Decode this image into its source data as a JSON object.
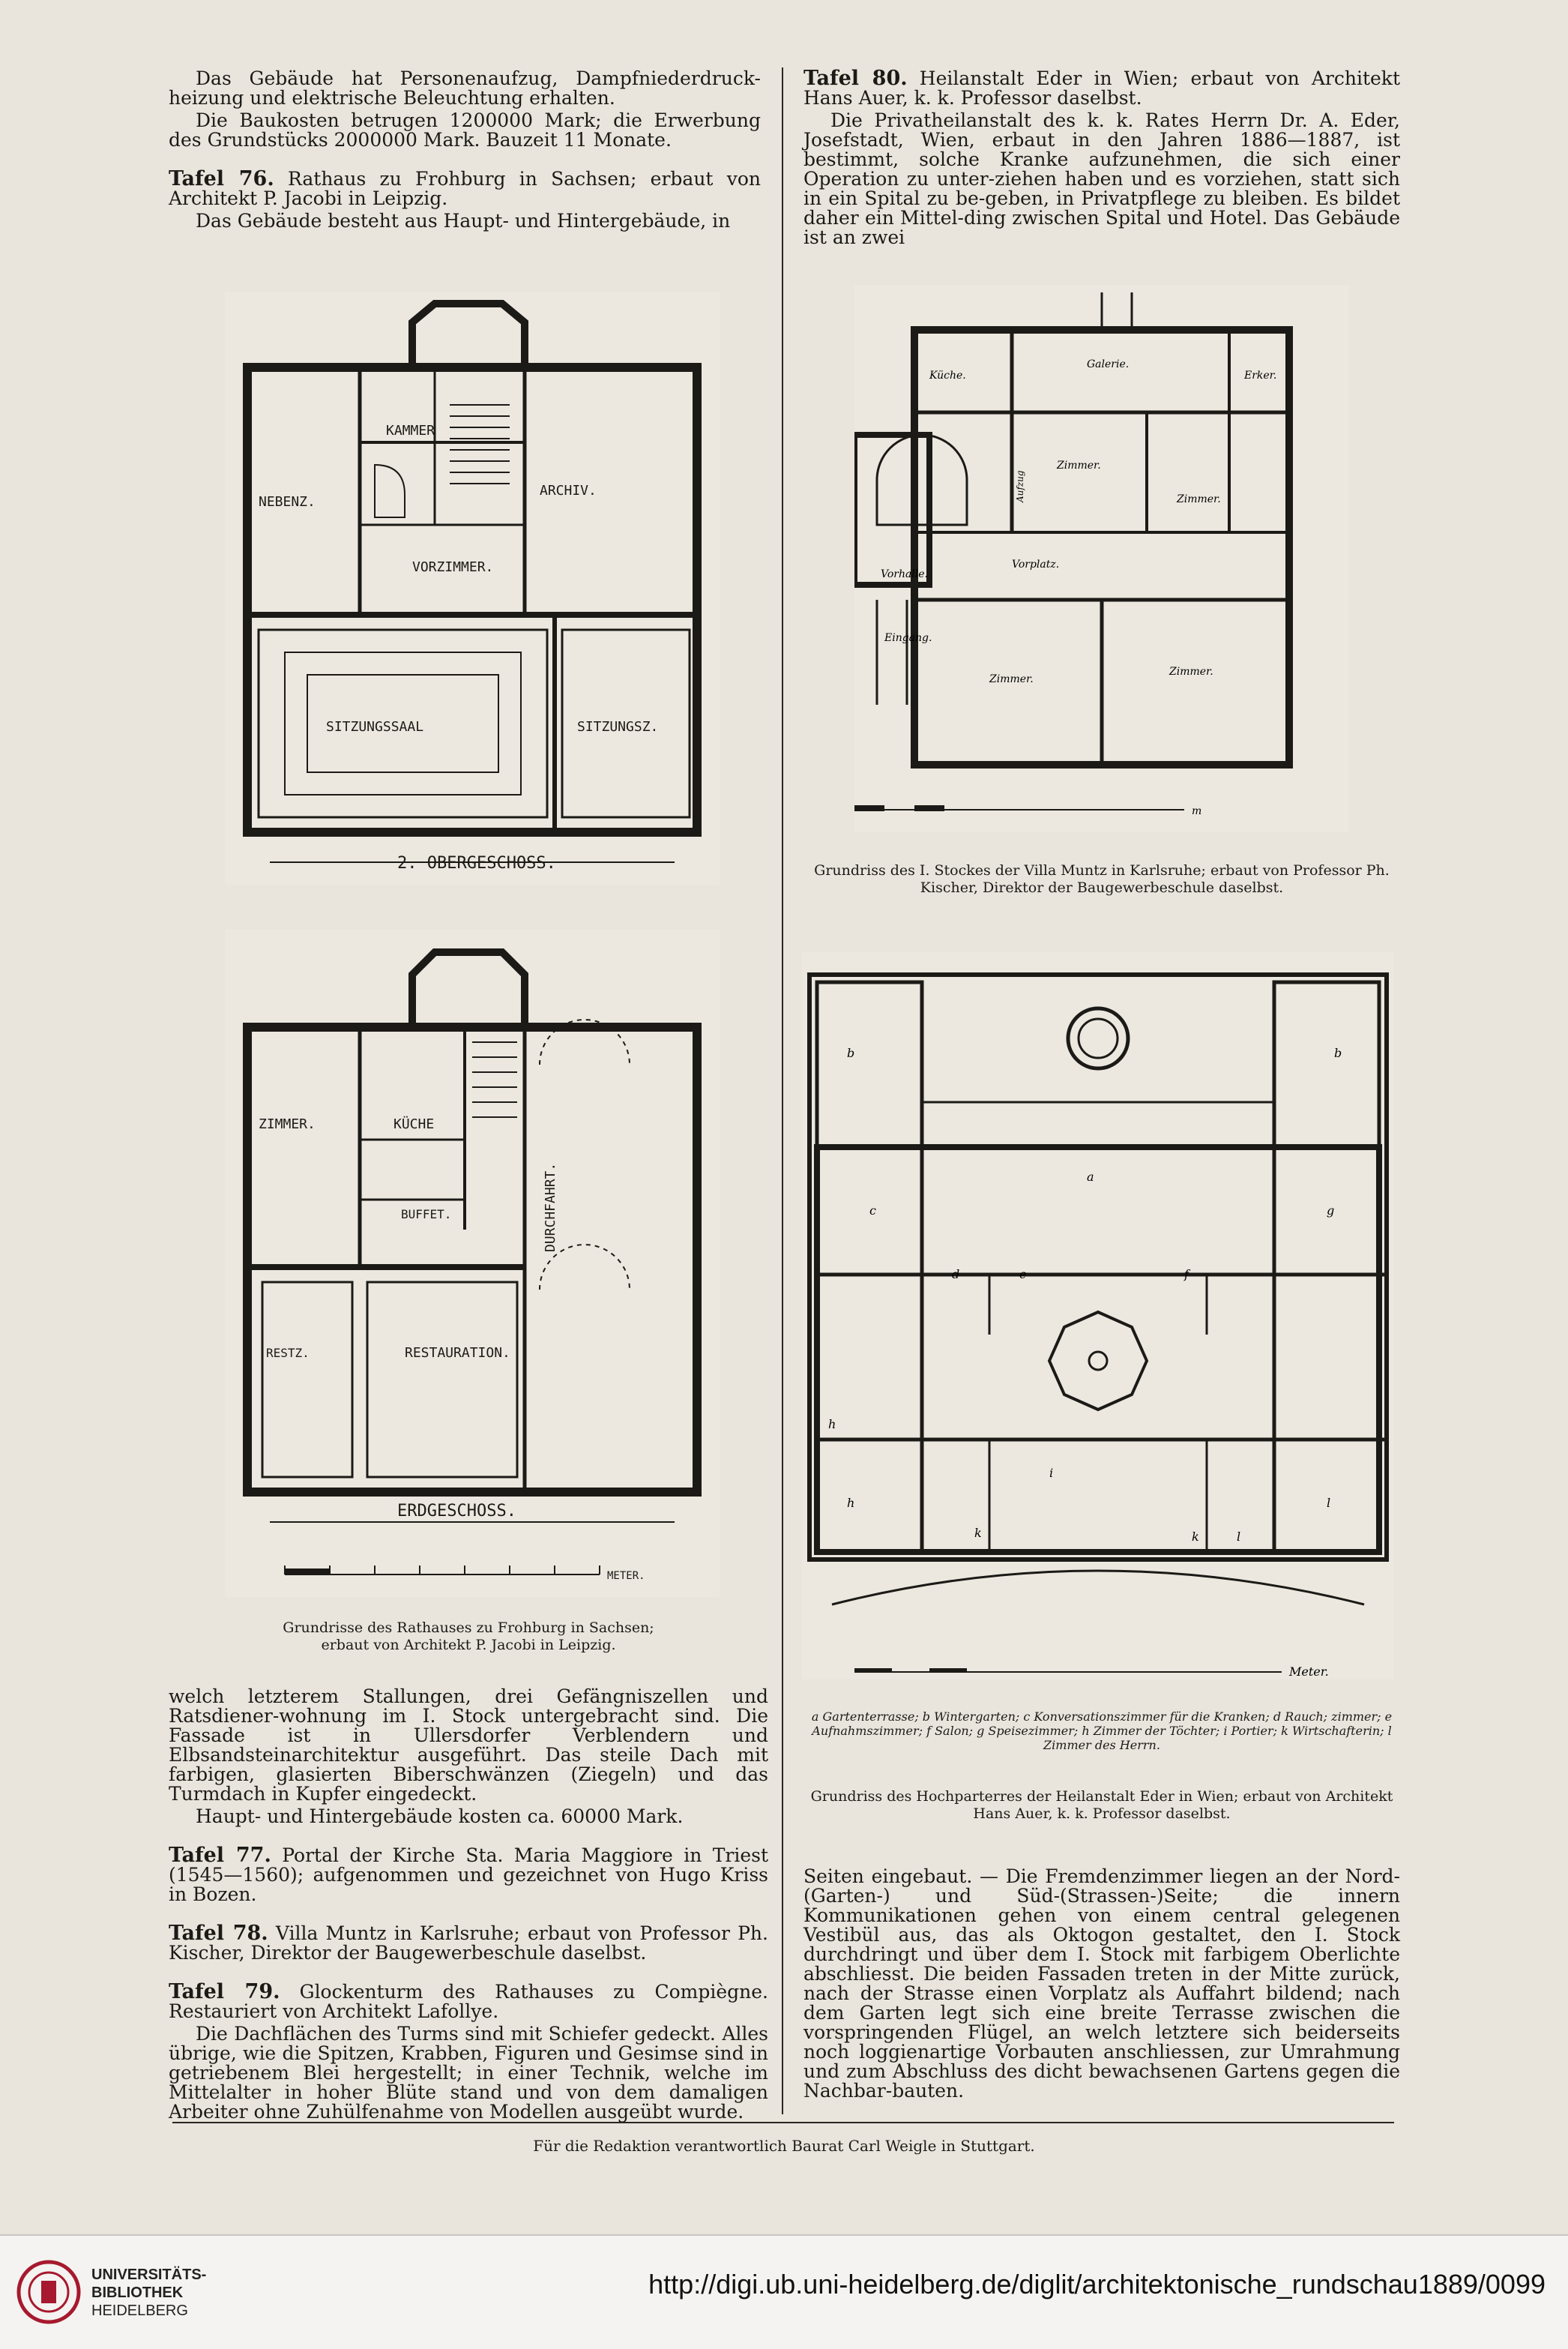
{
  "left_column_top": {
    "p1": "Das Gebäude hat Personenaufzug, Dampfniederdruck-heizung und elektrische Beleuchtung erhalten.",
    "p2": "Die Baukosten betrugen 1200000 Mark; die Erwerbung des Grundstücks 2000000 Mark. Bauzeit 11 Monate.",
    "tafel76_label": "Tafel 76.",
    "tafel76_text": "Rathaus zu Frohburg in Sachsen; erbaut von Architekt P. Jacobi in Leipzig.",
    "p3": "Das Gebäude besteht aus Haupt- und Hintergebäude, in"
  },
  "right_column_top": {
    "tafel80_label": "Tafel 80.",
    "tafel80_text": "Heilanstalt Eder in Wien; erbaut von Architekt Hans Auer, k. k. Professor daselbst.",
    "p1": "Die Privatheilanstalt des k. k. Rates Herrn Dr. A. Eder, Josefstadt, Wien, erbaut in den Jahren 1886—1887, ist bestimmt, solche Kranke aufzunehmen, die sich einer Operation zu unter-ziehen haben und es vorziehen, statt sich in ein Spital zu be-geben, in Privatpflege zu bleiben. Es bildet daher ein Mittel-ding zwischen Spital und Hotel. Das Gebäude ist an zwei"
  },
  "plans": {
    "rathaus_upper": {
      "floor_label": "2. OBERGESCHOSS.",
      "rooms": [
        "KAMMER",
        "NEBENZ.",
        "ARCHIV.",
        "VORZIMMER.",
        "SITZUNGSSAAL",
        "SITZUNGSZ."
      ]
    },
    "rathaus_ground": {
      "floor_label": "ERDGESCHOSS.",
      "rooms": [
        "ZIMMER.",
        "KÜCHE",
        "BUFFET.",
        "DURCHFAHRT.",
        "RESTZ.",
        "RESTAURATION."
      ],
      "scale_unit": "METER."
    },
    "villa": {
      "rooms": [
        "Küche.",
        "Galerie.",
        "Erker.",
        "Zimmer.",
        "Zimmer.",
        "Vorhalle.",
        "Vorplatz.",
        "Eingang.",
        "Zimmer.",
        "Zimmer.",
        "Aufzug"
      ],
      "scale_unit": "m"
    },
    "heilanstalt": {
      "letters": [
        "a",
        "b",
        "b",
        "c",
        "d",
        "e",
        "f",
        "g",
        "h",
        "h",
        "k",
        "k",
        "l",
        "l",
        "i"
      ],
      "scale_unit": "Meter."
    }
  },
  "captions": {
    "rathaus": "Grundrisse des Rathauses zu Frohburg in Sachsen; erbaut von Architekt P. Jacobi in Leipzig.",
    "villa": "Grundriss des I. Stockes der Villa Muntz in Karlsruhe; erbaut von Professor Ph. Kischer, Direktor der Baugewerbeschule daselbst.",
    "heilanstalt_legend": "a Gartenterrasse; b Wintergarten; c Konversationszimmer für die Kranken; d Rauch; zimmer; e Aufnahmszimmer; f Salon; g Speisezimmer; h Zimmer der Töchter; i Portier; k Wirtschafterin; l Zimmer des Herrn.",
    "heilanstalt": "Grundriss des Hochparterres der Heilanstalt Eder in Wien; erbaut von Architekt Hans Auer, k. k. Professor daselbst."
  },
  "left_column_bottom": {
    "p1": "welch letzterem Stallungen, drei Gefängniszellen und Ratsdiener-wohnung im I. Stock untergebracht sind. Die Fassade ist in Ullersdorfer Verblendern und Elbsandsteinarchitektur ausgeführt. Das steile Dach mit farbigen, glasierten Biberschwänzen (Ziegeln) und das Turmdach in Kupfer eingedeckt.",
    "p2": "Haupt- und Hintergebäude kosten ca. 60000 Mark.",
    "tafel77_label": "Tafel 77.",
    "tafel77_text": "Portal der Kirche Sta. Maria Maggiore in Triest (1545—1560); aufgenommen und gezeichnet von Hugo Kriss in Bozen.",
    "tafel78_label": "Tafel 78.",
    "tafel78_text": "Villa Muntz in Karlsruhe; erbaut von Professor Ph. Kischer, Direktor der Baugewerbeschule daselbst.",
    "tafel79_label": "Tafel 79.",
    "tafel79_text": "Glockenturm des Rathauses zu Compiègne. Restauriert von Architekt Lafollye.",
    "p3": "Die Dachflächen des Turms sind mit Schiefer gedeckt. Alles übrige, wie die Spitzen, Krabben, Figuren und Gesimse sind in getriebenem Blei hergestellt; in einer Technik, welche im Mittelalter in hoher Blüte stand und von dem damaligen Arbeiter ohne Zuhülfenahme von Modellen ausgeübt wurde."
  },
  "right_column_bottom": {
    "p1": "Seiten eingebaut. — Die Fremdenzimmer liegen an der Nord-(Garten-) und Süd-(Strassen-)Seite; die innern Kommunikationen gehen von einem central gelegenen Vestibül aus, das als Oktogon gestaltet, den I. Stock durchdringt und über dem I. Stock mit farbigem Oberlichte abschliesst. Die beiden Fassaden treten in der Mitte zurück, nach der Strasse einen Vorplatz als Auffahrt bildend; nach dem Garten legt sich eine breite Terrasse zwischen die vorspringenden Flügel, an welch letztere sich beiderseits noch loggienartige Vorbauten anschliessen, zur Umrahmung und zum Abschluss des dicht bewachsenen Gartens gegen die Nachbar-bauten."
  },
  "footer": {
    "note": "Für die Redaktion verantwortlich Baurat Carl Weigle in Stuttgart."
  },
  "banner": {
    "line1": "UNIVERSITÄTS-",
    "line2": "BIBLIOTHEK",
    "line3": "HEIDELBERG",
    "url": "http://digi.ub.uni-heidelberg.de/diglit/architektonische_rundschau1889/0099",
    "accent_color": "#a6192e"
  }
}
